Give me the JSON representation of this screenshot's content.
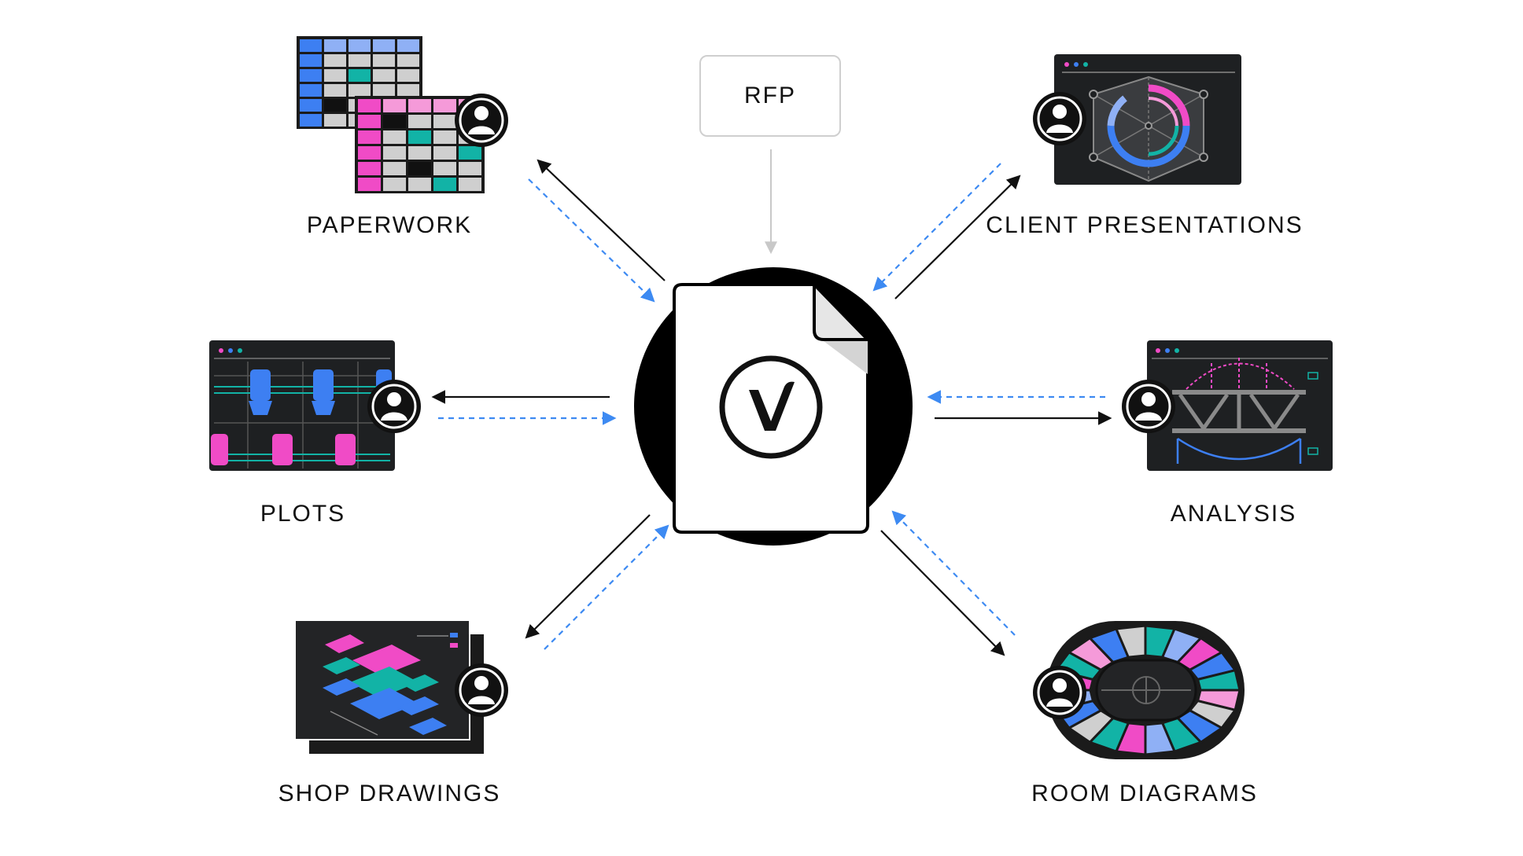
{
  "source": {
    "label": "RFP"
  },
  "hub": {
    "logo_letter": "V"
  },
  "nodes": {
    "paperwork": {
      "label": "PAPERWORK"
    },
    "client_presentations": {
      "label": "CLIENT PRESENTATIONS"
    },
    "plots": {
      "label": "PLOTS"
    },
    "analysis": {
      "label": "ANALYSIS"
    },
    "shop_drawings": {
      "label": "SHOP DRAWINGS"
    },
    "room_diagrams": {
      "label": "ROOM DIAGRAMS"
    }
  },
  "colors": {
    "blue": "#3d7ff2",
    "light_blue": "#8fb0f5",
    "pink": "#f04bc6",
    "light_pink": "#f59ad9",
    "teal": "#12b3a6",
    "gray": "#cfcfcf",
    "dark_panel": "#1e2022",
    "arrow_dashed": "#3d8af2"
  }
}
